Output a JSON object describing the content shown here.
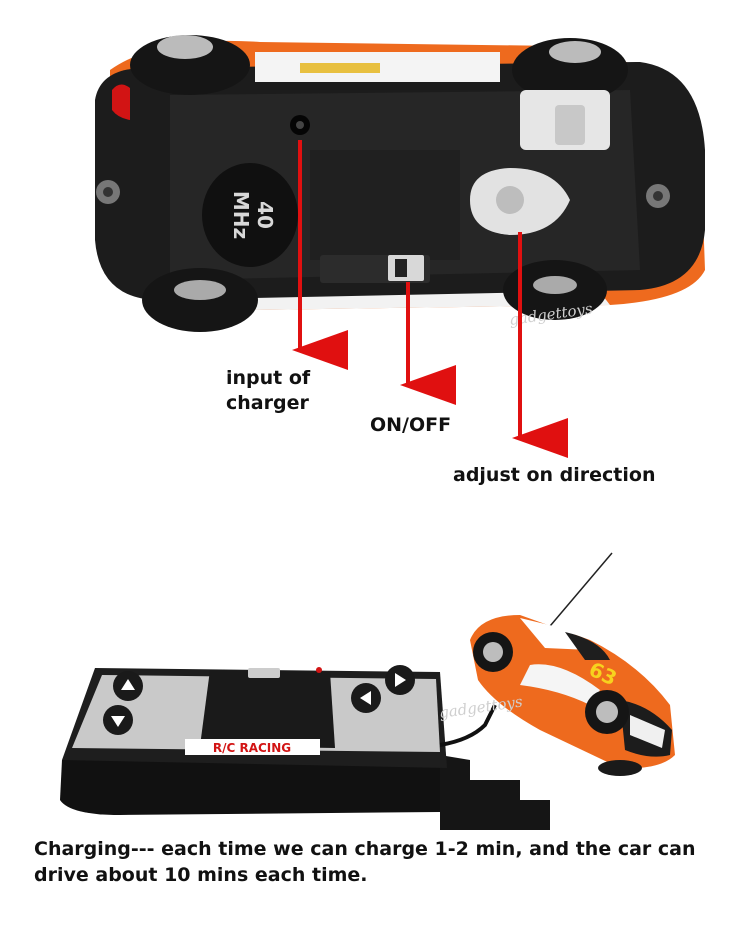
{
  "labels": {
    "input_charger_line1": "input of",
    "input_charger_line2": "charger",
    "on_off": "ON/OFF",
    "adjust_direction": "adjust on direction"
  },
  "frequency_label": {
    "line1": "40",
    "line2": "MHz"
  },
  "remote_brand": "R/C RACING",
  "car_number": "63",
  "watermark": "gadgettoys",
  "caption": "Charging--- each time we can charge 1-2 min, and the car can drive about 10 mins each time.",
  "colors": {
    "arrow": "#e01010",
    "car_orange": "#ee6a1e",
    "chassis": "#1c1c1c"
  }
}
